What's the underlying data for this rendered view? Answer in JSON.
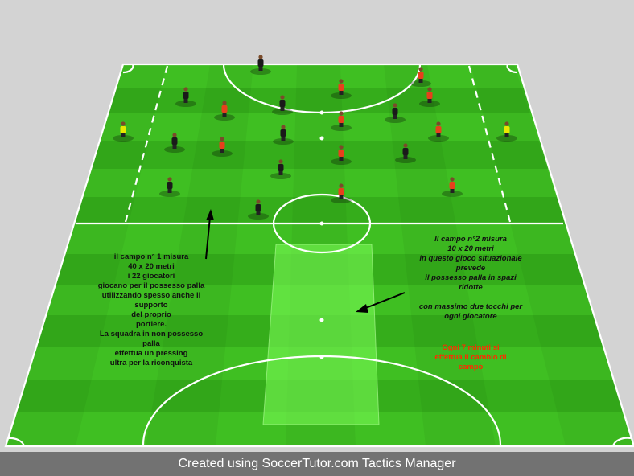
{
  "pitch": {
    "grass_light": "#3fbf22",
    "grass_dark": "#35ad1b",
    "line_color": "#ffffff",
    "zone_color": "#66ff44"
  },
  "teams": {
    "black_color": "#1a1a1a",
    "red_color": "#e8401c",
    "keeper_color": "#e8e800"
  },
  "notes": {
    "field1": [
      "il campo n° 1 misura",
      "40 x 20 metri",
      "i 22 giocatori",
      "giocano per il possesso palla",
      "utilizzando spesso anche il",
      "supporto",
      "del proprio",
      "portiere.",
      "La squadra in non possesso",
      "palla",
      "effettua un pressing",
      "ultra per la riconquista"
    ],
    "field2": [
      "Il campo n°2 misura",
      "10 x 20 metri",
      "in questo gioco situazionale",
      "prevede",
      "il possesso palla in spazi",
      "ridotte",
      "",
      "con massimo due tocchi per",
      "ogni giocatore"
    ],
    "switch": [
      "Ogni 7 minuti si",
      "effettua il cambio di",
      "campo"
    ]
  },
  "footer": "Created using SoccerTutor.com Tactics Manager"
}
